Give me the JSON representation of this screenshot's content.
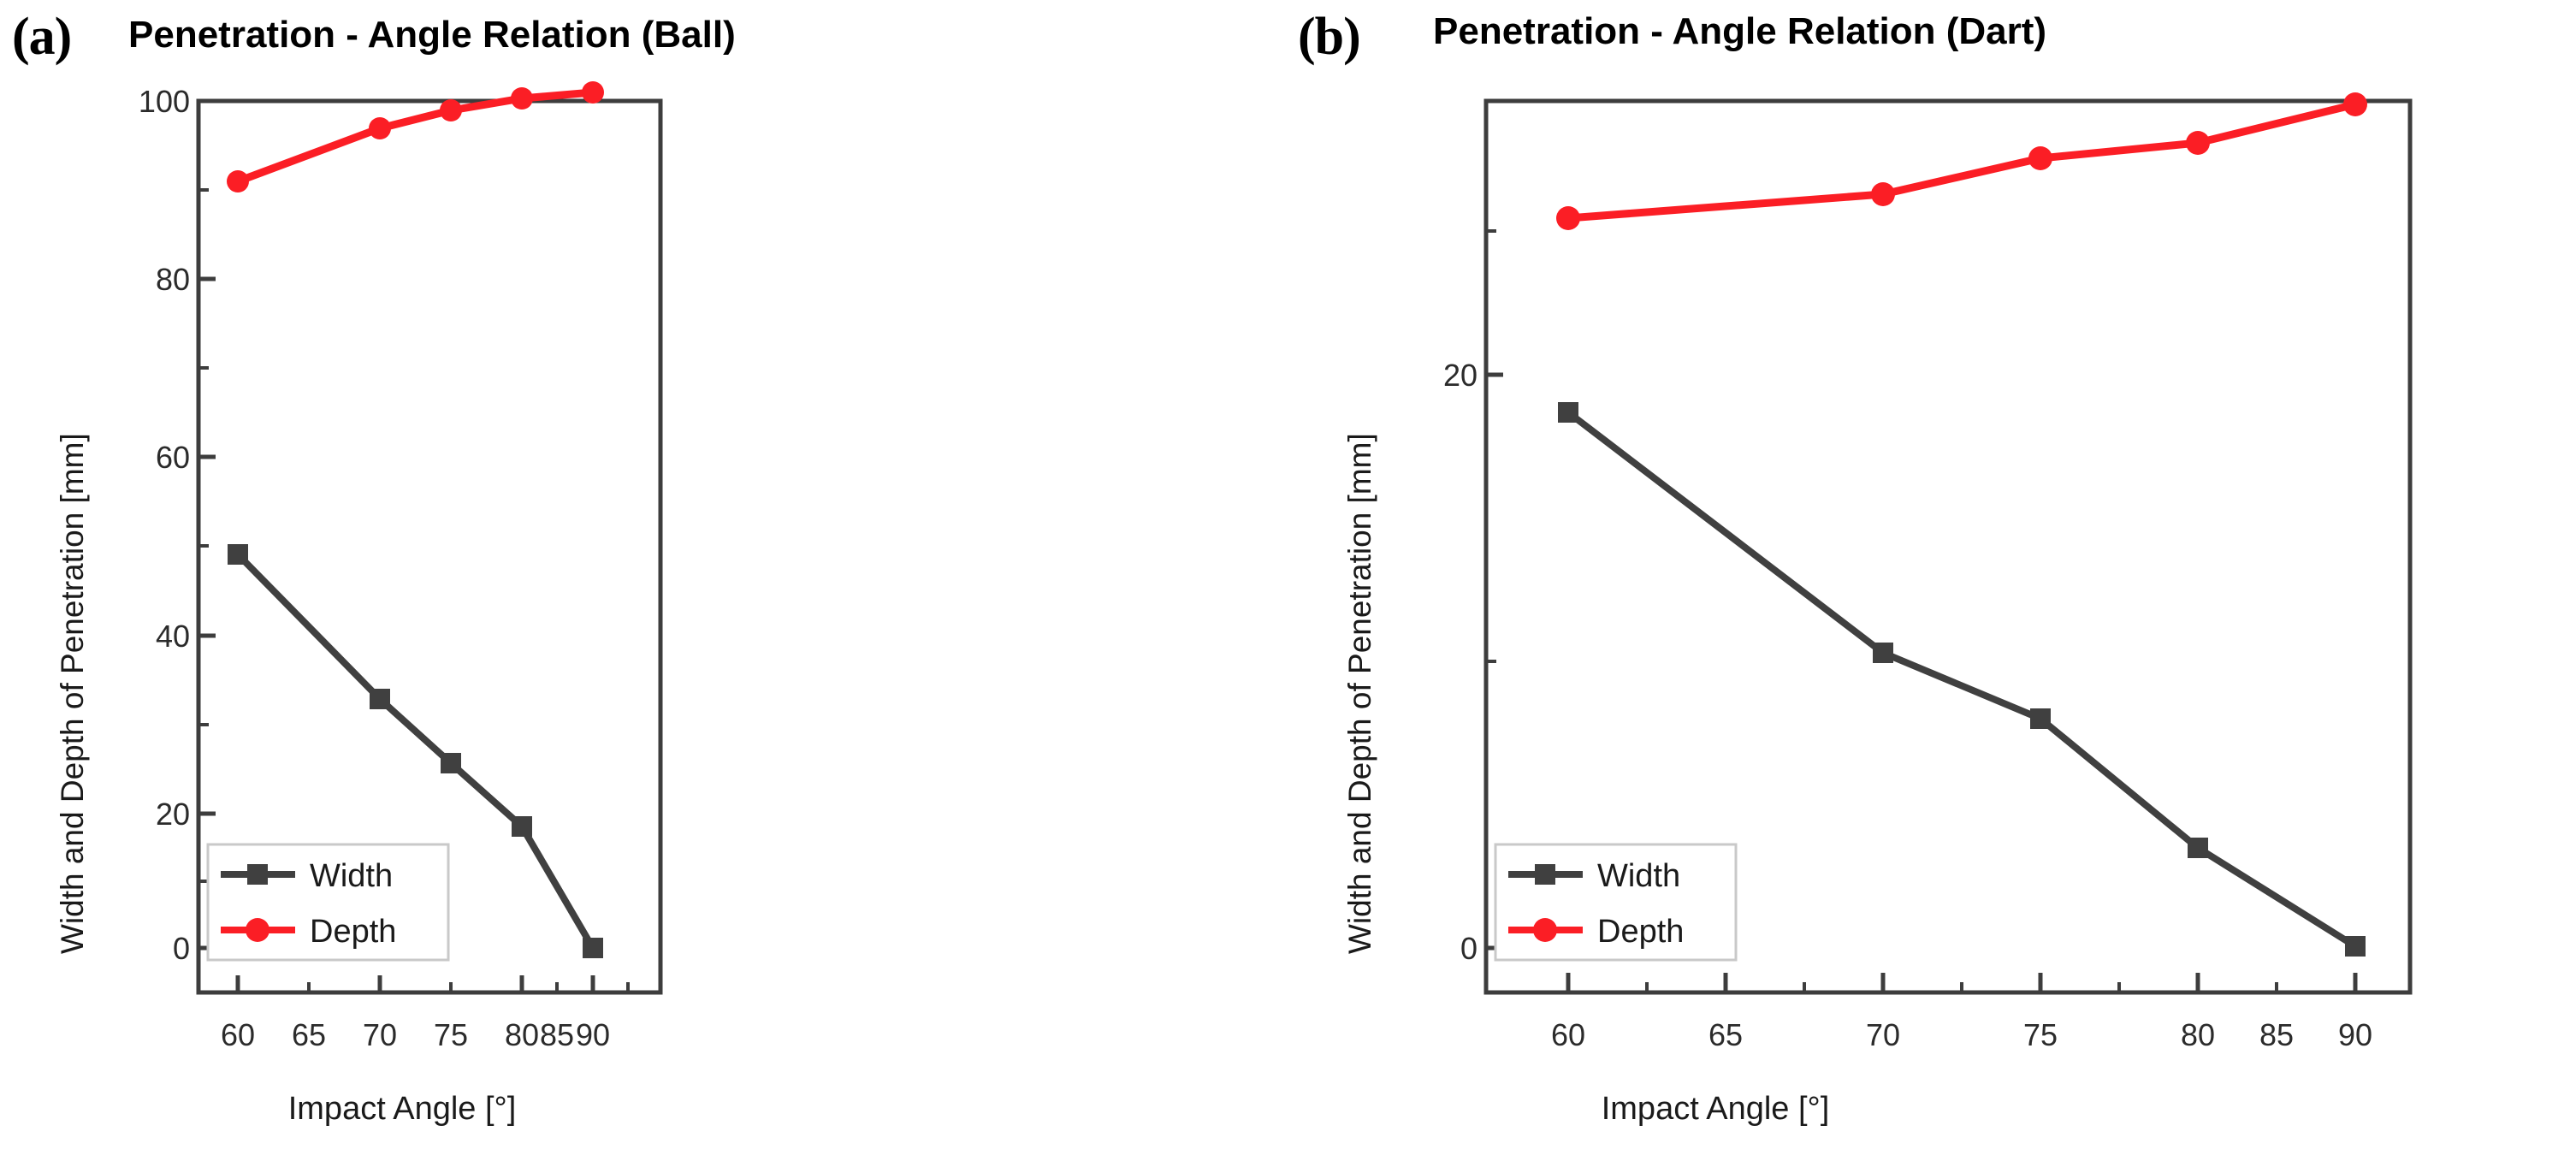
{
  "figure": {
    "panels": [
      {
        "letter": "(a)",
        "title": "Penetration - Angle Relation (Ball)",
        "xlabel": "Impact Angle [°]",
        "ylabel": "Width and Depth of Penetration [mm]",
        "legend": {
          "width_label": "Width",
          "depth_label": "Depth"
        },
        "yticks": [
          "0",
          "20",
          "40",
          "60",
          "80",
          "100"
        ],
        "xticks": [
          "60",
          "65",
          "70",
          "75",
          "80",
          "85",
          "90"
        ]
      },
      {
        "letter": "(b)",
        "title": "Penetration - Angle Relation (Dart)",
        "xlabel": "Impact Angle [°]",
        "ylabel": "Width and Depth of Penetration [mm]",
        "legend": {
          "width_label": "Width",
          "depth_label": "Depth"
        },
        "yticks": [
          "0",
          "20"
        ],
        "xticks": [
          "60",
          "65",
          "70",
          "75",
          "80",
          "85",
          "90"
        ]
      }
    ]
  },
  "colors": {
    "width_series": "#404040",
    "depth_series": "#fb1e25",
    "axis": "#3d3d3d",
    "text": "#1a1a1a",
    "legend_border": "#c9c9c9"
  },
  "chart_data": [
    {
      "type": "line",
      "title": "Penetration - Angle Relation (Ball)",
      "panel": "(a)",
      "xlabel": "Impact Angle [°]",
      "ylabel": "Width and Depth of Penetration [mm]",
      "x": [
        60,
        70,
        75,
        80,
        90
      ],
      "xlim": [
        57,
        92.5
      ],
      "ylim": [
        -5,
        100
      ],
      "xticks": [
        60,
        65,
        70,
        75,
        80,
        85,
        90
      ],
      "yticks": [
        0,
        20,
        40,
        60,
        80,
        100
      ],
      "grid": false,
      "legend_position": "lower left",
      "series": [
        {
          "name": "Width",
          "values": [
            44.2,
            28.0,
            20.8,
            13.7,
            0.0
          ],
          "color": "#404040",
          "marker": "square"
        },
        {
          "name": "Depth",
          "values": [
            86.0,
            92.0,
            94.0,
            95.3,
            96.0
          ],
          "color": "#fb1e25",
          "marker": "circle"
        }
      ]
    },
    {
      "type": "line",
      "title": "Penetration - Angle Relation (Dart)",
      "panel": "(b)",
      "xlabel": "Impact Angle [°]",
      "ylabel": "Width and Depth of Penetration [mm]",
      "x": [
        60,
        70,
        75,
        80,
        90
      ],
      "xlim": [
        57,
        92.5
      ],
      "ylim": [
        -2.5,
        32
      ],
      "xticks": [
        60,
        65,
        70,
        75,
        80,
        85,
        90
      ],
      "yticks": [
        0,
        20
      ],
      "grid": false,
      "legend_position": "lower left",
      "series": [
        {
          "name": "Width",
          "values": [
            18.7,
            10.3,
            8.0,
            3.5,
            0.0
          ],
          "color": "#404040",
          "marker": "square"
        },
        {
          "name": "Depth",
          "values": [
            25.5,
            26.4,
            28.0,
            28.7,
            30.3
          ],
          "color": "#fb1e25",
          "marker": "circle"
        }
      ]
    }
  ]
}
